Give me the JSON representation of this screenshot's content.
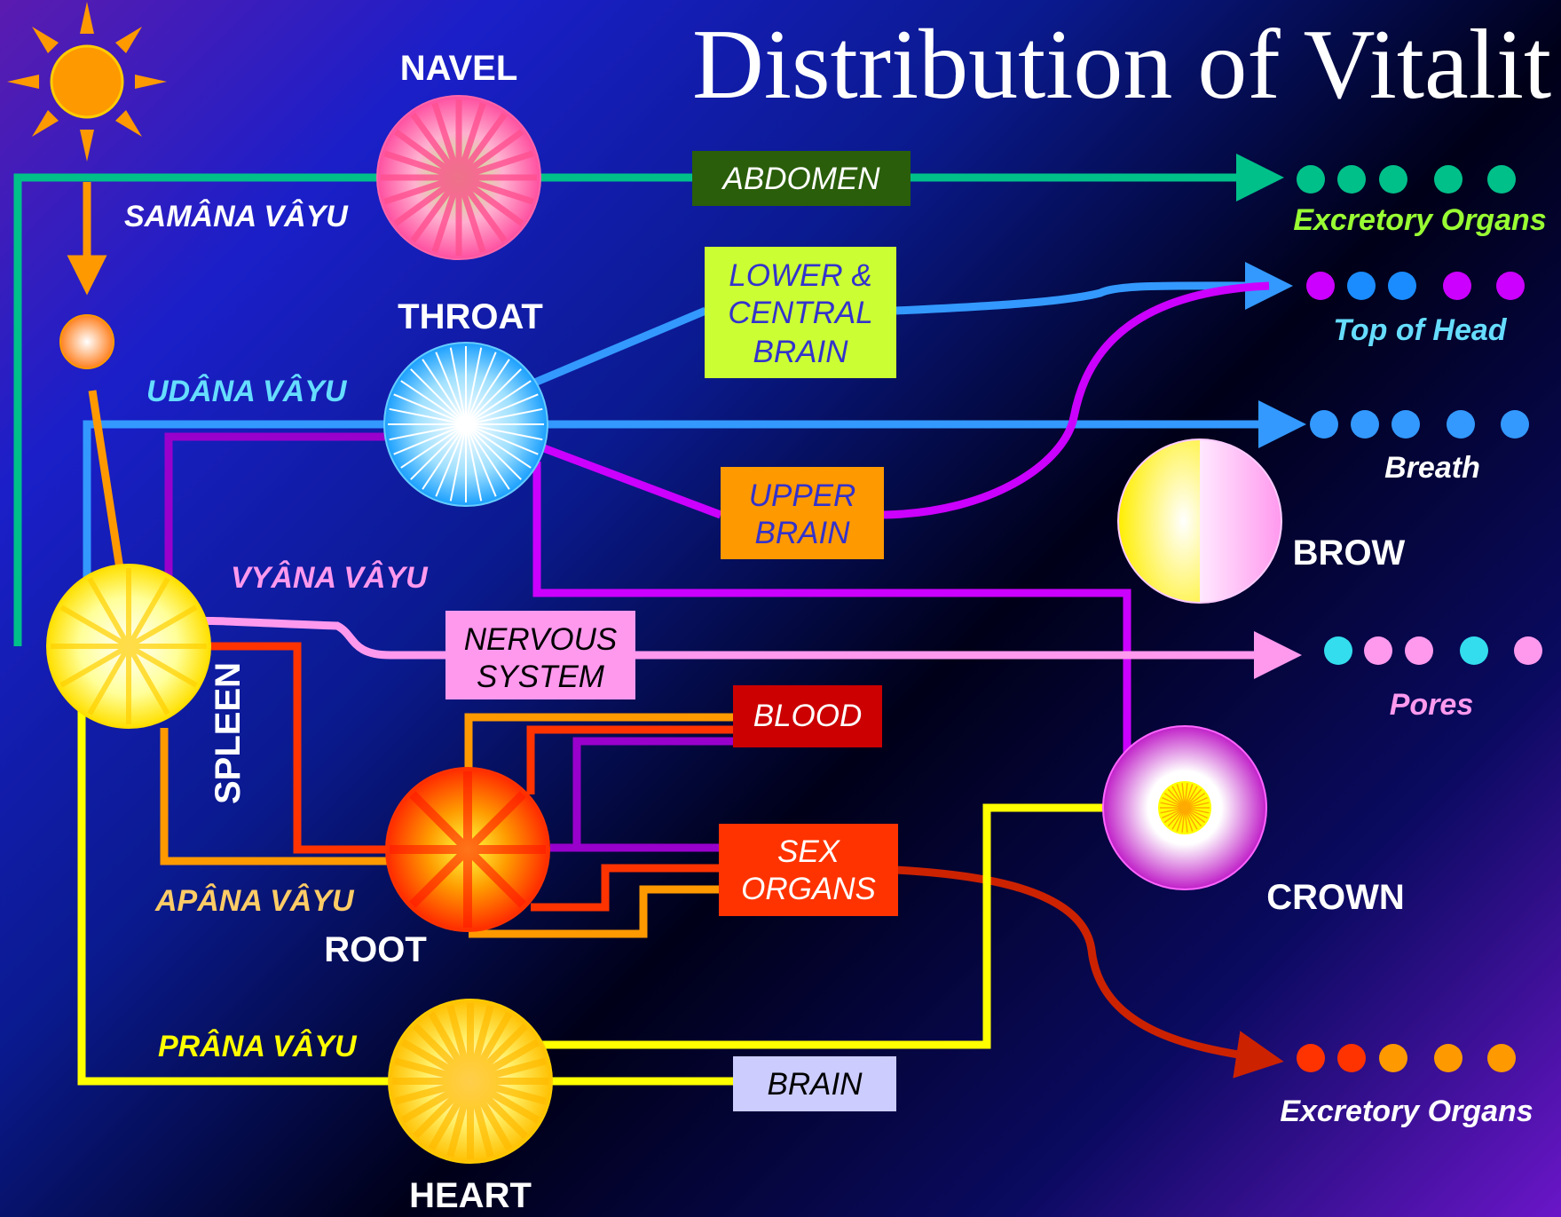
{
  "title": "Distribution of Vitalit",
  "chakras": {
    "navel": "NAVEL",
    "throat": "THROAT",
    "brow": "BROW",
    "spleen": "SPLEEN",
    "crown": "CROWN",
    "root": "ROOT",
    "heart": "HEART"
  },
  "vayus": {
    "samana": "SAMÂNA VÂYU",
    "udana": "UDÂNA VÂYU",
    "vyana": "VYÂNA VÂYU",
    "apana": "APÂNA VÂYU",
    "prana": "PRÂNA VÂYU"
  },
  "boxes": {
    "abdomen": "ABDOMEN",
    "lower_central_brain": [
      "LOWER &",
      "CENTRAL",
      "BRAIN"
    ],
    "upper_brain": [
      "UPPER",
      "BRAIN"
    ],
    "nervous_system": [
      "NERVOUS",
      "SYSTEM"
    ],
    "blood": "BLOOD",
    "sex_organs": [
      "SEX",
      "ORGANS"
    ],
    "brain": "BRAIN"
  },
  "destinations": {
    "excretory_top": "Excretory Organs",
    "top_of_head": "Top of Head",
    "breath": "Breath",
    "pores": "Pores",
    "excretory_bottom": "Excretory Organs"
  },
  "colors": {
    "samana": "#00c08a",
    "udana": "#3399ff",
    "vyana": "#ff99ee",
    "apana": "#ff9900",
    "prana": "#ffff00",
    "violet": "#cc00ff",
    "red": "#ff3300"
  }
}
